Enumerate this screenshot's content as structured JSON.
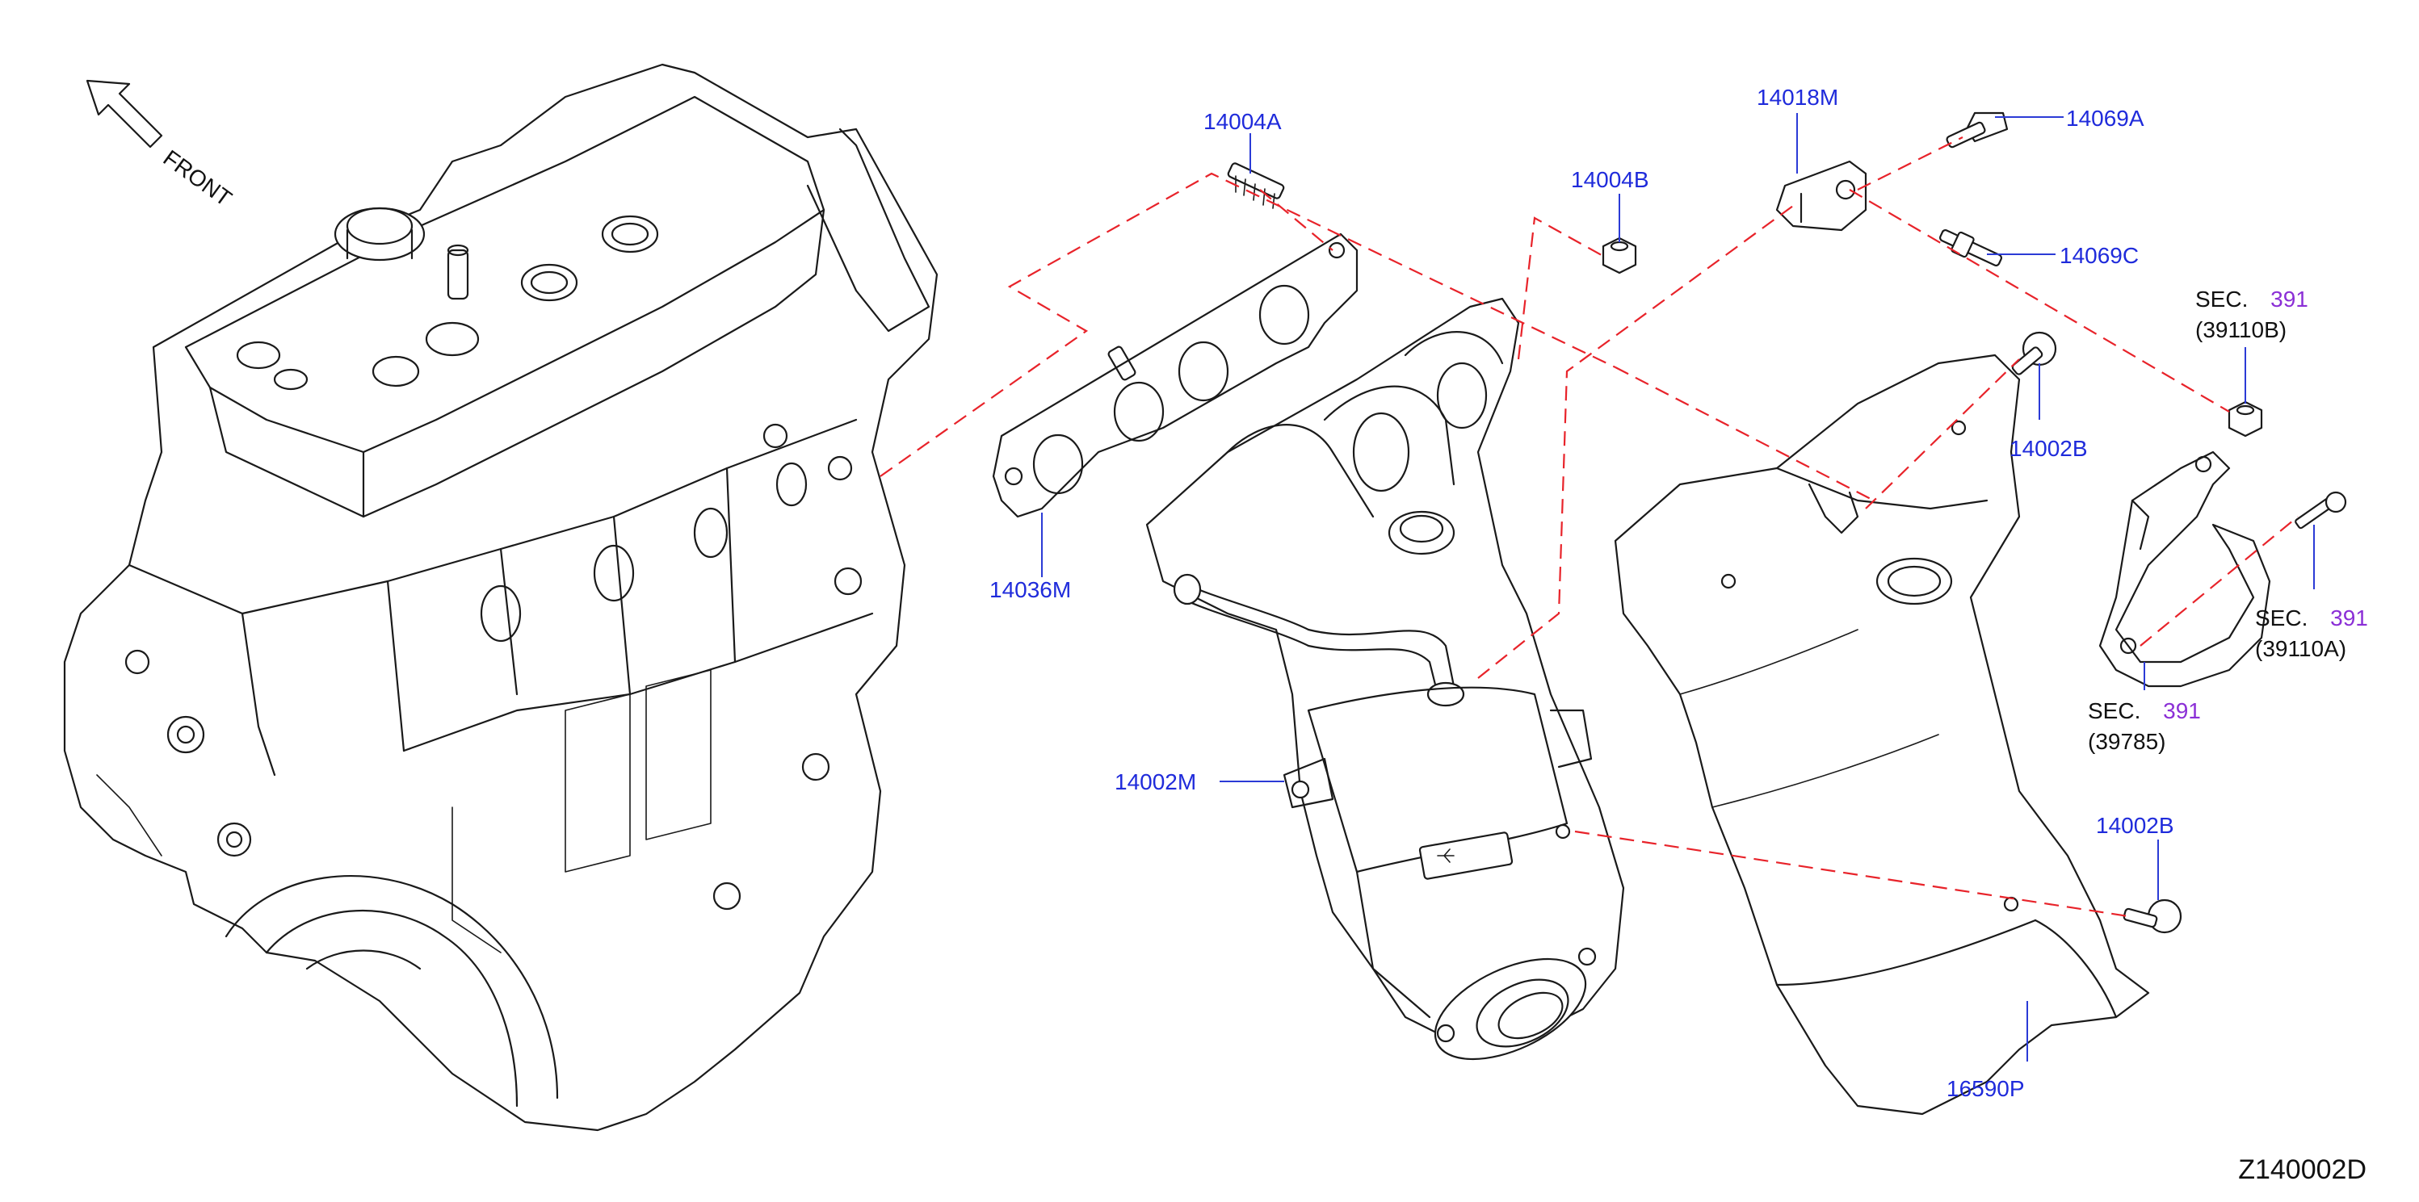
{
  "diagram_id": "Z140002D",
  "front_label": "FRONT",
  "colors": {
    "part_label": "#1f2bdb",
    "sec_ref": "#8b2fd6",
    "text": "#111111",
    "dashed_guide": "#e8232a",
    "line_art": "#1a1a1a"
  },
  "parts": {
    "p14004A": "14004A",
    "p14004B": "14004B",
    "p14018M": "14018M",
    "p14069A": "14069A",
    "p14069C": "14069C",
    "p14036M": "14036M",
    "p14002B_top": "14002B",
    "p14002B_bottom": "14002B",
    "p14002M": "14002M",
    "p16590P": "16590P"
  },
  "sections": {
    "s39110B": {
      "prefix": "SEC.",
      "num": "391",
      "ref": "(39110B)"
    },
    "s39110A": {
      "prefix": "SEC.",
      "num": "391",
      "ref": "(39110A)"
    },
    "s39785": {
      "prefix": "SEC.",
      "num": "391",
      "ref": "(39785)"
    }
  }
}
